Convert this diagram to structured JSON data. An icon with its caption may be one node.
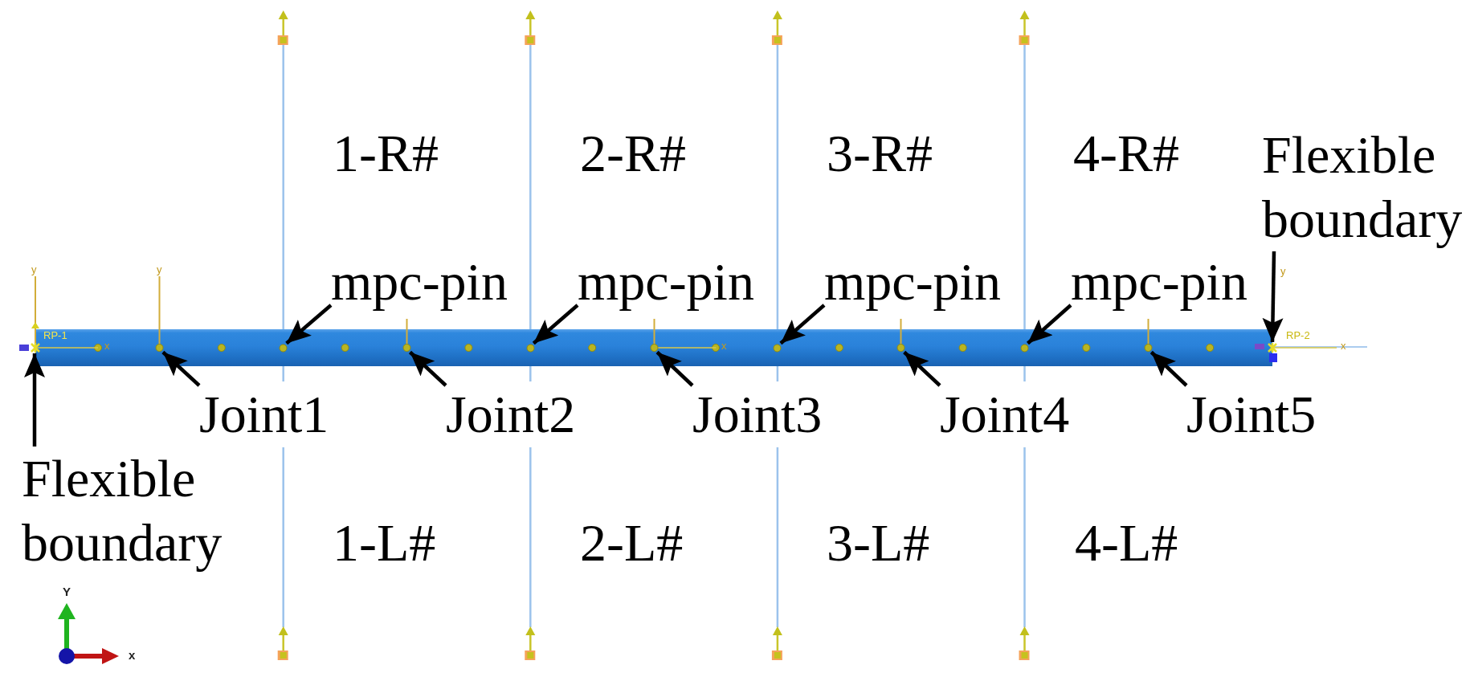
{
  "diagram": {
    "nodes": [
      {
        "text": [
          "Flexible boundary"
        ]
      },
      {
        "text": [
          "mpc-pin"
        ]
      },
      {
        "text": [
          "mpc-pin"
        ]
      },
      {
        "text": [
          "mpc-pin"
        ]
      },
      {
        "text": [
          "mpc-pin"
        ]
      },
      {
        "text": [
          "RP-1"
        ],
        "beside": [
          "y",
          "x"
        ]
      },
      {
        "text": [],
        "shape": "circle",
        "beside": [
          "y"
        ]
      },
      {
        "text": [],
        "shape": "circle"
      },
      {
        "text": [],
        "shape": "circle"
      },
      {
        "text": [],
        "shape": "circle"
      },
      {
        "text": [],
        "shape": "circle",
        "beside": [
          "x"
        ]
      },
      {
        "text": [],
        "shape": "circle"
      },
      {
        "text": [],
        "shape": "circle"
      },
      {
        "text": [],
        "shape": "circle"
      },
      {
        "text": [],
        "shape": "circle"
      },
      {
        "text": [],
        "shape": "cross",
        "beside": [
          "RP-2",
          "x"
        ]
      },
      {
        "text": [
          "Joint1"
        ]
      },
      {
        "text": [
          "Joint2"
        ]
      },
      {
        "text": [
          "Joint3"
        ]
      },
      {
        "text": [
          "Joint4"
        ]
      },
      {
        "text": [
          "Joint5"
        ]
      },
      {
        "text": [
          "Flexible boundary"
        ]
      }
    ],
    "edges": [
      {
        "from": 0,
        "to": 15,
        "arrow": "to"
      },
      {
        "from": 1,
        "to": 7,
        "arrow": "to"
      },
      {
        "from": 2,
        "to": 9,
        "arrow": "to"
      },
      {
        "from": 3,
        "to": 11,
        "arrow": "to"
      },
      {
        "from": 4,
        "to": 13,
        "arrow": "to"
      },
      {
        "from": 16,
        "to": 6,
        "arrow": "to"
      },
      {
        "from": 17,
        "to": 8,
        "arrow": "to"
      },
      {
        "from": 18,
        "to": 10,
        "arrow": "to"
      },
      {
        "from": 19,
        "to": 12,
        "arrow": "to"
      },
      {
        "from": 20,
        "to": 14,
        "arrow": "to"
      },
      {
        "from": 21,
        "to": 5,
        "arrow": "to"
      }
    ],
    "labels": [
      "1-R#",
      "2-R#",
      "3-R#",
      "4-R#",
      "y",
      "1-L#",
      "2-L#",
      "3-L#",
      "4-L#",
      "Y",
      "x"
    ]
  }
}
